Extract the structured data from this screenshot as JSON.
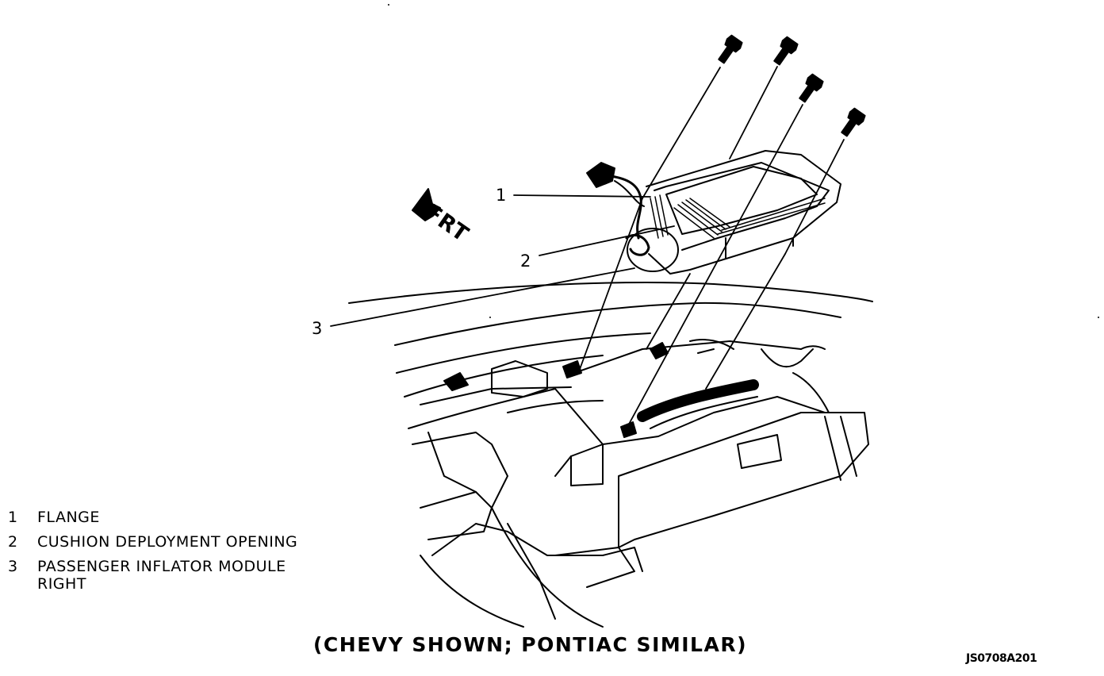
{
  "callouts": [
    {
      "num": "1"
    },
    {
      "num": "2"
    },
    {
      "num": "3"
    }
  ],
  "legend": [
    {
      "num": "1",
      "text": "FLANGE"
    },
    {
      "num": "2",
      "text": "CUSHION DEPLOYMENT OPENING"
    },
    {
      "num": "3",
      "text": "PASSENGER INFLATOR MODULE",
      "sub": "RIGHT"
    }
  ],
  "direction_label": "FRT",
  "caption": "(CHEVY SHOWN; PONTIAC SIMILAR)",
  "figure_id": "JS0708A201"
}
